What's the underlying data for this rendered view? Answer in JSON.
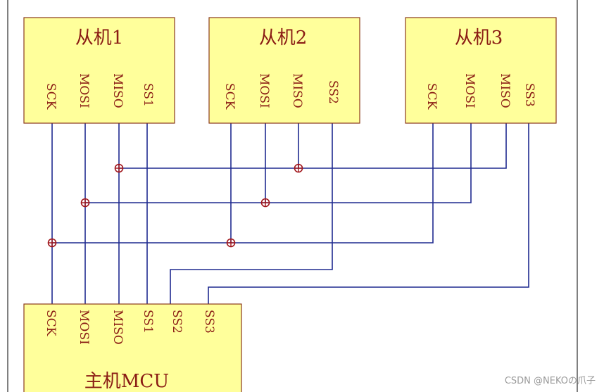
{
  "slaves": [
    {
      "id": "s1",
      "title": "从机1",
      "pins": [
        "SCK",
        "MOSI",
        "MISO",
        "SS1"
      ]
    },
    {
      "id": "s2",
      "title": "从机2",
      "pins": [
        "SCK",
        "MOSI",
        "MISO",
        "SS2"
      ]
    },
    {
      "id": "s3",
      "title": "从机3",
      "pins": [
        "SCK",
        "MOSI",
        "MISO",
        "SS3"
      ]
    }
  ],
  "master": {
    "title": "主机MCU",
    "pins": [
      "SCK",
      "MOSI",
      "MISO",
      "SS1",
      "SS2",
      "SS3"
    ]
  },
  "watermark": "CSDN @NEKOの爪子",
  "colors": {
    "box_fill": "#ffff9b",
    "box_border": "#8a3a1c",
    "text": "#8a1c14",
    "wire": "#1f2a8f",
    "junction": "#a0141a"
  }
}
